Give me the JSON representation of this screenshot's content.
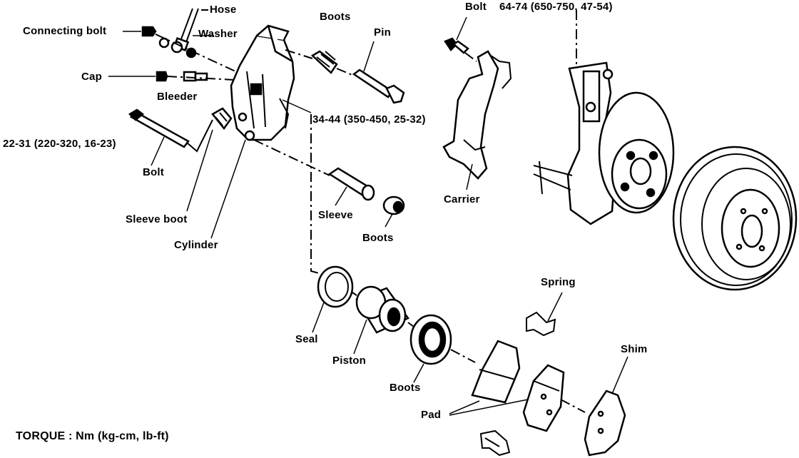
{
  "diagram": {
    "labels": {
      "hose": "Hose",
      "connecting_bolt": "Connecting bolt",
      "washer": "Washer",
      "cap": "Cap",
      "bleeder": "Bleeder",
      "boots_top": "Boots",
      "pin": "Pin",
      "bolt_top": "Bolt",
      "bolt_top_torque": "64-74 (650-750, 47-54)",
      "caliper_torque": "34-44 (350-450, 25-32)",
      "bolt_left_torque": "22-31 (220-320, 16-23)",
      "bolt_left": "Bolt",
      "sleeve_boot": "Sleeve boot",
      "cylinder": "Cylinder",
      "sleeve": "Sleeve",
      "boots_mid": "Boots",
      "carrier": "Carrier",
      "spring": "Spring",
      "seal": "Seal",
      "piston": "Piston",
      "boots_low": "Boots",
      "shim": "Shim",
      "pad": "Pad",
      "torque_legend": "TORQUE : Nm (kg-cm, lb-ft)"
    }
  }
}
